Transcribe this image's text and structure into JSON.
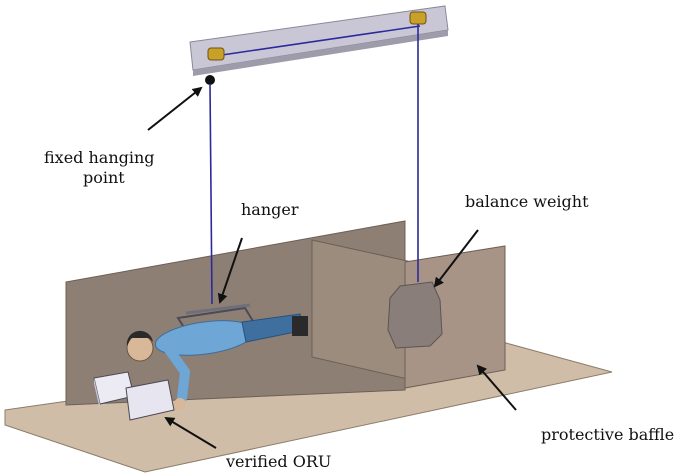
{
  "labels": {
    "fixed_hanging_point": {
      "line1": "fixed hanging",
      "line2": "point"
    },
    "hanger": "hanger",
    "balance_weight": "balance weight",
    "protective_baffle": "protective baffle",
    "verified_oru": "verified ORU"
  },
  "colors": {
    "floor": "#cfbda7",
    "baffle": "#8e7f74",
    "beam": "#c9c6d6",
    "rope": "#2a2a9a",
    "body": "#6ea6d6",
    "weight": "#8a7e7a",
    "box": "#e7e5f0"
  }
}
